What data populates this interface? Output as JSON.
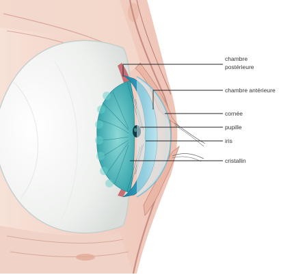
{
  "labels": {
    "posterior_chamber_line1": "chambre",
    "posterior_chamber_line2": "postérieure",
    "anterior_chamber": "chambre antérieure",
    "cornea": "cornée",
    "pupil": "pupille",
    "iris": "iris",
    "lens": "cristallin"
  },
  "colors": {
    "background": "#ffffff",
    "sclera": "#f4f5f3",
    "tissue_pink": "#f1cfc3",
    "tissue_dark": "#c98f84",
    "iris_blue": "#2f97b5",
    "lens_teal": "#55bfc2",
    "leader_line": "#222222"
  }
}
